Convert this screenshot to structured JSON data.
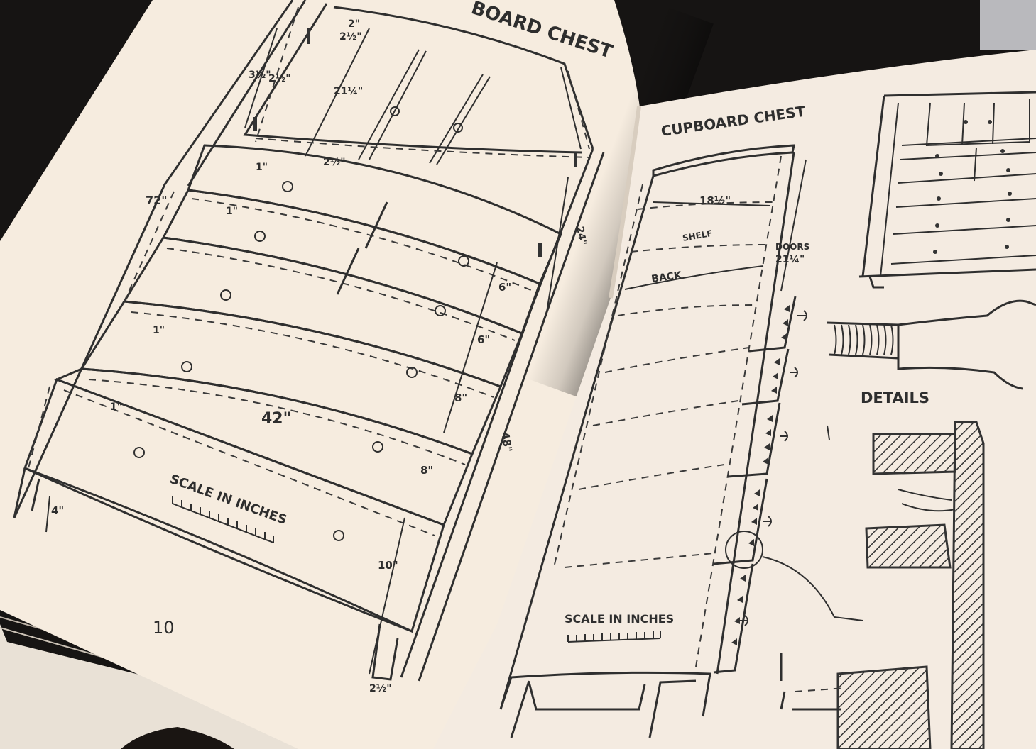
{
  "left_page": {
    "title": "BOARD CHEST",
    "page_number": "10",
    "scale_label": "SCALE IN INCHES",
    "dimensions": {
      "d_2a": "2\"",
      "d_2b": "2½\"",
      "d_3": "3½\"",
      "d_2c": "2½\"",
      "d_21": "21¼\"",
      "d_2d": "2½\"",
      "d_1a": "1\"",
      "d_72": "72\"",
      "d_1b": "1\"",
      "d_24": "24\"",
      "d_6a": "6\"",
      "d_6b": "6\"",
      "d_1c": "1\"",
      "d_8a": "8\"",
      "d_1d": "1\"",
      "d_42": "42\"",
      "d_48": "48\"",
      "d_8b": "8\"",
      "d_4": "4\"",
      "d_10": "10\"",
      "d_2e": "2½\""
    }
  },
  "right_page": {
    "title": "CUPBOARD CHEST",
    "scale_label": "SCALE IN INCHES",
    "details_label": "DETAILS",
    "labels": {
      "width": "18½\"",
      "shelf": "SHELF",
      "back": "BACK",
      "doors": "DOORS",
      "doors_height": "21¼\""
    }
  },
  "colors": {
    "paper_left": "#f6ecdf",
    "paper_right": "#f4ebe1",
    "ink": "#2f2f2f",
    "background": "#161413"
  }
}
